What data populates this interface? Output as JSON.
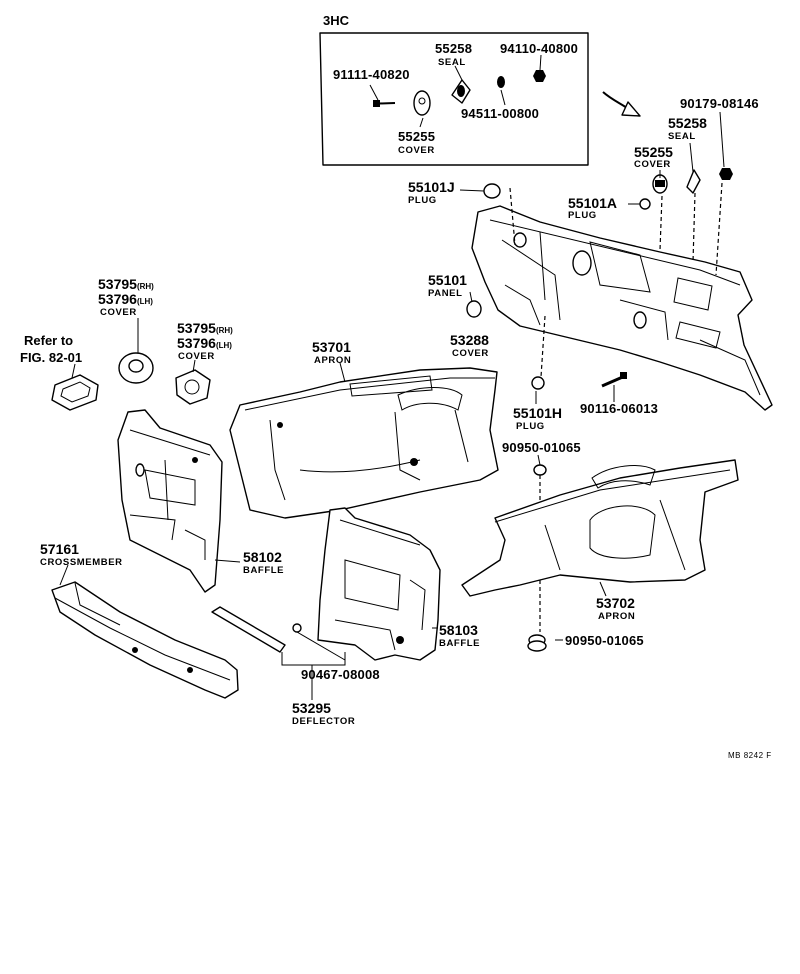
{
  "inset": {
    "title": "3HC",
    "parts": [
      {
        "number": "55258",
        "name": "SEAL"
      },
      {
        "number": "94110-40800"
      },
      {
        "number": "91111-40820"
      },
      {
        "number": "94511-00800"
      },
      {
        "number": "55255",
        "name": "COVER"
      }
    ]
  },
  "parts": {
    "p90179": {
      "number": "90179-08146"
    },
    "p55258": {
      "number": "55258",
      "name": "SEAL"
    },
    "p55255": {
      "number": "55255",
      "name": "COVER"
    },
    "p55101J": {
      "number": "55101J",
      "name": "PLUG"
    },
    "p55101A": {
      "number": "55101A",
      "name": "PLUG"
    },
    "p55101": {
      "number": "55101",
      "name": "PANEL"
    },
    "p53288": {
      "number": "53288",
      "name": "COVER"
    },
    "p53795a": {
      "number": "53795",
      "side": "(RH)"
    },
    "p53796a": {
      "number": "53796",
      "side": "(LH)",
      "name": "COVER"
    },
    "p53795b": {
      "number": "53795",
      "side": "(RH)"
    },
    "p53796b": {
      "number": "53796",
      "side": "(LH)",
      "name": "COVER"
    },
    "ref": {
      "line1": "Refer to",
      "line2": "FIG. 82-01"
    },
    "p53701": {
      "number": "53701",
      "name": "APRON"
    },
    "p55101H": {
      "number": "55101H",
      "name": "PLUG"
    },
    "p90116": {
      "number": "90116-06013"
    },
    "p90950a": {
      "number": "90950-01065"
    },
    "p57161": {
      "number": "57161",
      "name": "CROSSMEMBER"
    },
    "p58102": {
      "number": "58102",
      "name": "BAFFLE"
    },
    "p53702": {
      "number": "53702",
      "name": "APRON"
    },
    "p58103": {
      "number": "58103",
      "name": "BAFFLE"
    },
    "p90950b": {
      "number": "90950-01065"
    },
    "p90467": {
      "number": "90467-08008"
    },
    "p53295": {
      "number": "53295",
      "name": "DEFLECTOR"
    }
  },
  "footer_code": "MB 8242 F"
}
